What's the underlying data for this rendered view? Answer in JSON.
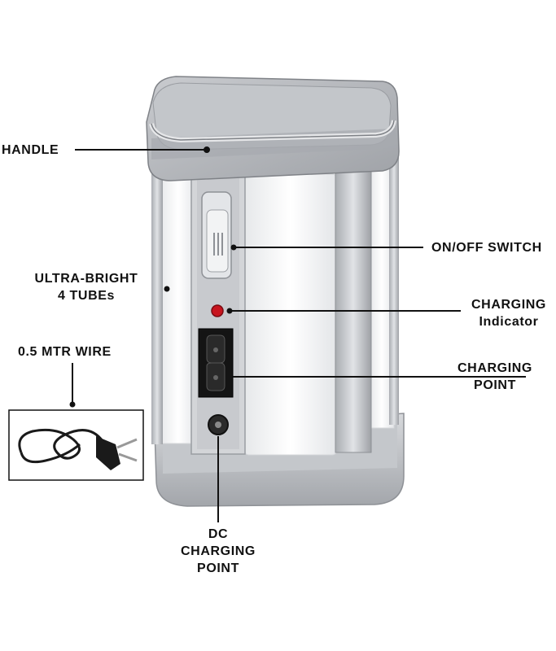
{
  "labels": {
    "handle": "HANDLE",
    "tubes_line1": "ULTRA-BRIGHT",
    "tubes_line2": "4 TUBEs",
    "wire": "0.5 MTR WIRE",
    "switch": "ON/OFF SWITCH",
    "indicator_line1": "CHARGING",
    "indicator_line2": "Indicator",
    "point_line1": "CHARGING",
    "point_line2": "POINT",
    "dc_line1": "DC",
    "dc_line2": "CHARGING",
    "dc_line3": "POINT"
  },
  "colors": {
    "silver": "#b9bcc0",
    "silver_dark": "#8e9196",
    "tube": "#f4f5f6",
    "indicator": "#c8141e",
    "text": "#111111"
  }
}
